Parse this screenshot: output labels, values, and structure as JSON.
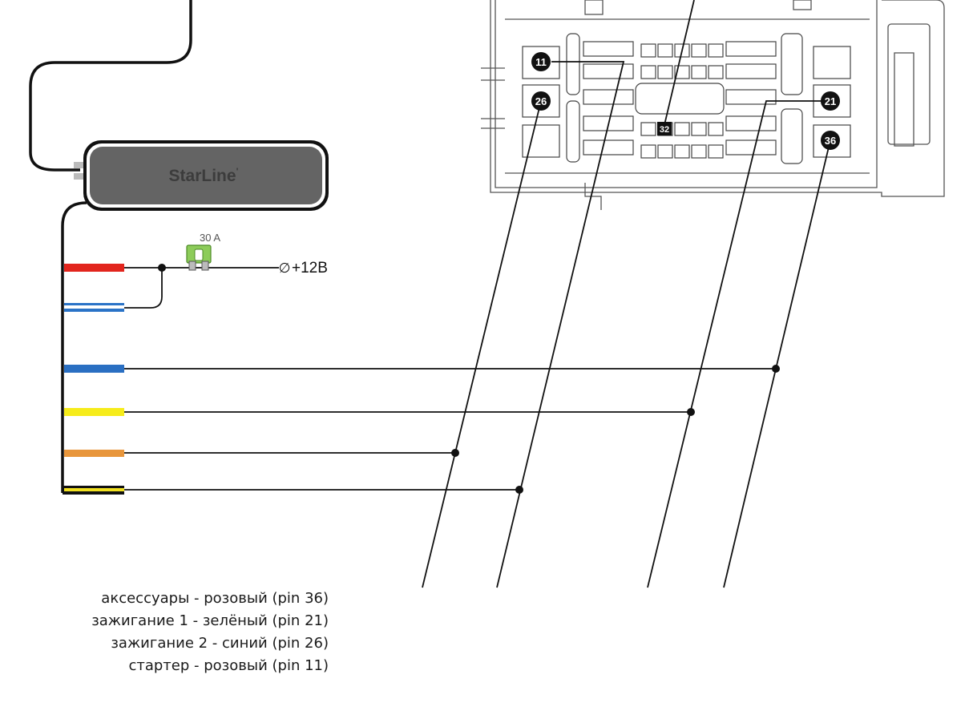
{
  "unit": {
    "brand": "StarLine",
    "brand_mark": "'"
  },
  "fuse": {
    "rating": "30 A"
  },
  "power": {
    "symbol": "∅",
    "label": "+12B"
  },
  "pins": {
    "p11": "11",
    "p26": "26",
    "p32": "32",
    "p21": "21",
    "p36": "36"
  },
  "wire_colors": {
    "red": "#e2251d",
    "blue_white": "#2a73c7",
    "blue": "#2a6fc2",
    "yellow": "#f6ec1a",
    "orange": "#e8963c",
    "black_yellow": "#f0e020"
  },
  "legend": [
    "аксессуары - розовый (pin 36)",
    "зажигание 1 - зелёный (pin 21)",
    "зажигание 2 - синий (pin 26)",
    "стартер - розовый (pin 11)"
  ]
}
